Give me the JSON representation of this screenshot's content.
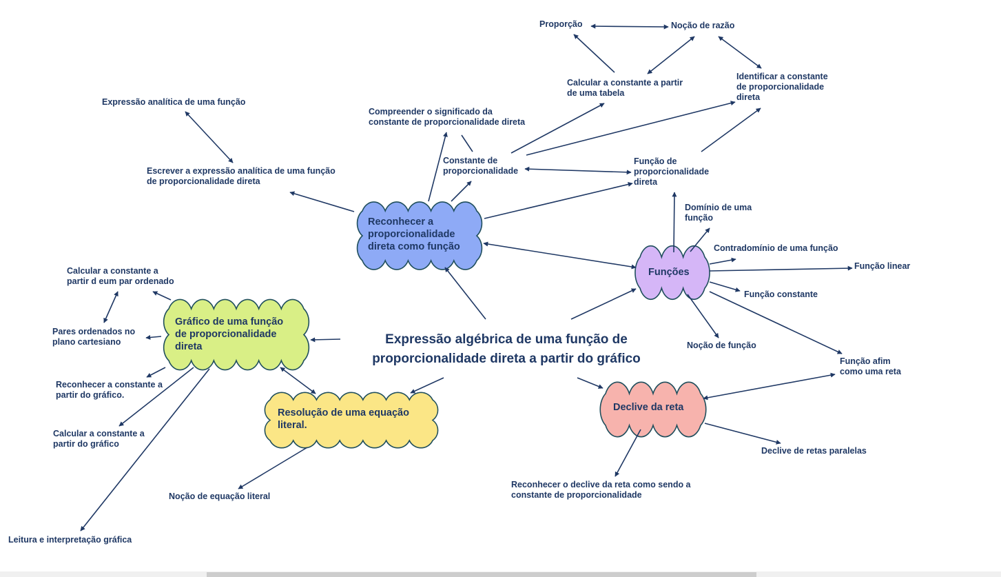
{
  "central_title": "Expressão algébrica de uma função de\nproporcionalidade direta a partir do gráfico",
  "clouds": {
    "reconhecer": "Reconhecer a\nproporcionalidade\ndireta como função",
    "funcoes": "Funções",
    "grafico": "Gráfico de uma função\nde proporcionalidade\ndireta",
    "resolucao": "Resolução de uma equação\nliteral.",
    "declive": "Declive da reta"
  },
  "cloud_colors": {
    "reconhecer": "#8eaaf6",
    "funcoes": "#d5b6f7",
    "grafico": "#d9ef86",
    "resolucao": "#fbe686",
    "declive": "#f7b3ad",
    "outline": "#1f4e5c",
    "text": "#1f3864",
    "arrow": "#1f3864"
  },
  "labels": {
    "proporcao": "Proporção",
    "nocao_razao": "Noção de razão",
    "calcular_tabela": "Calcular a constante a partir\nde uma tabela",
    "identificar_constante": "Identificar a constante\nde proporcionalidade\ndireta",
    "expressao_analitica": "Expressão analítica de uma função",
    "compreender": "Compreender o significado da\nconstante de proporcionalidade direta",
    "constante": "Constante de\nproporcionalidade",
    "funcao_proporcionalidade": "Função de\nproporcionalidade\ndireta",
    "escrever": "Escrever a expressão analítica de uma função\nde proporcionalidade direta",
    "dominio": "Domínio de uma\nfunção",
    "contradominio": "Contradomínio de uma função",
    "funcao_linear": "Função linear",
    "funcao_constante": "Função constante",
    "nocao_funcao": "Noção de função",
    "funcao_afim": "Função afim\ncomo uma reta",
    "calcular_par": "Calcular a constante a\npartir d eum par ordenado",
    "pares": "Pares ordenados no\nplano cartesiano",
    "reconhecer_grafico": "Reconhecer a constante a\npartir do gráfico.",
    "calcular_grafico": "Calcular a constante a\npartir do gráfico",
    "leitura": "Leitura e interpretação gráfica",
    "equacao_literal": "Noção de equação literal",
    "retas_paralelas": "Declive de retas paralelas",
    "declive_constante": "Reconhecer o declive da reta como sendo a\nconstante de proporcionalidade"
  }
}
